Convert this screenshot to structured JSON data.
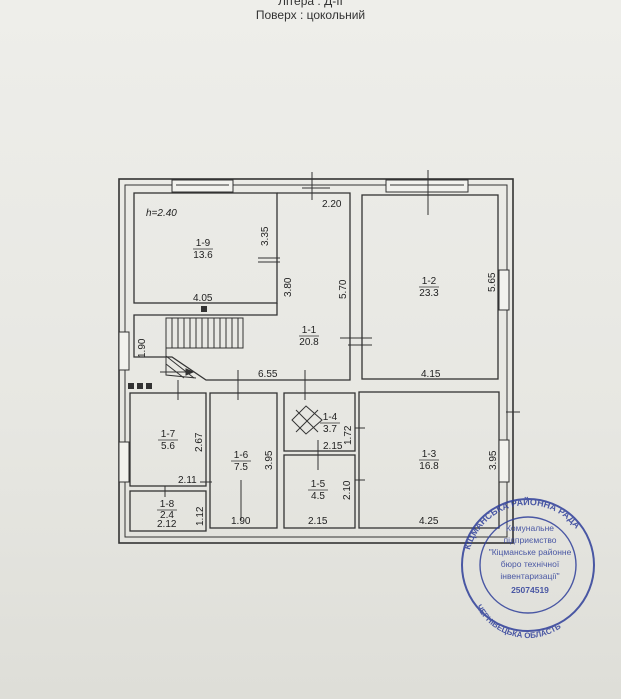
{
  "header": {
    "litera": "Літера : Д-ІІ",
    "floor": "Поверх : цокольний"
  },
  "plan": {
    "ceiling_height": "h=2.40",
    "rooms": [
      {
        "id": "1-9",
        "area": "13.6"
      },
      {
        "id": "1-1",
        "area": "20.8"
      },
      {
        "id": "1-2",
        "area": "23.3"
      },
      {
        "id": "1-7",
        "area": "5.6"
      },
      {
        "id": "1-6",
        "area": "7.5"
      },
      {
        "id": "1-4",
        "area": "3.7"
      },
      {
        "id": "1-5",
        "area": "4.5"
      },
      {
        "id": "1-3",
        "area": "16.8"
      },
      {
        "id": "1-8",
        "area": "2.4"
      }
    ],
    "dimensions": {
      "d_220": "2.20",
      "d_335": "3.35",
      "d_380": "3.80",
      "d_570": "5.70",
      "d_565": "5.65",
      "d_405": "4.05",
      "d_190v": "1.90",
      "d_655": "6.55",
      "d_415": "4.15",
      "d_267": "2.67",
      "d_395a": "3.95",
      "d_172": "1.72",
      "d_215a": "2.15",
      "d_395b": "3.95",
      "d_211": "2.11",
      "d_210": "2.10",
      "d_112": "1.12",
      "d_212": "2.12",
      "d_190h": "1.90",
      "d_215b": "2.15",
      "d_425": "4.25"
    }
  },
  "stamp": {
    "ring_top": "КІЦМАНСЬКА РАЙОННА РАДА",
    "ring_bottom": "ЧЕРНІВЕЦЬКА ОБЛАСТЬ",
    "line1": "Комунальне",
    "line2": "підприємство",
    "line3": "\"Кіцманське районне",
    "line4": "бюро технічної",
    "line5": "інвентаризації\"",
    "code": "25074519",
    "color": "#2f3f9a"
  }
}
